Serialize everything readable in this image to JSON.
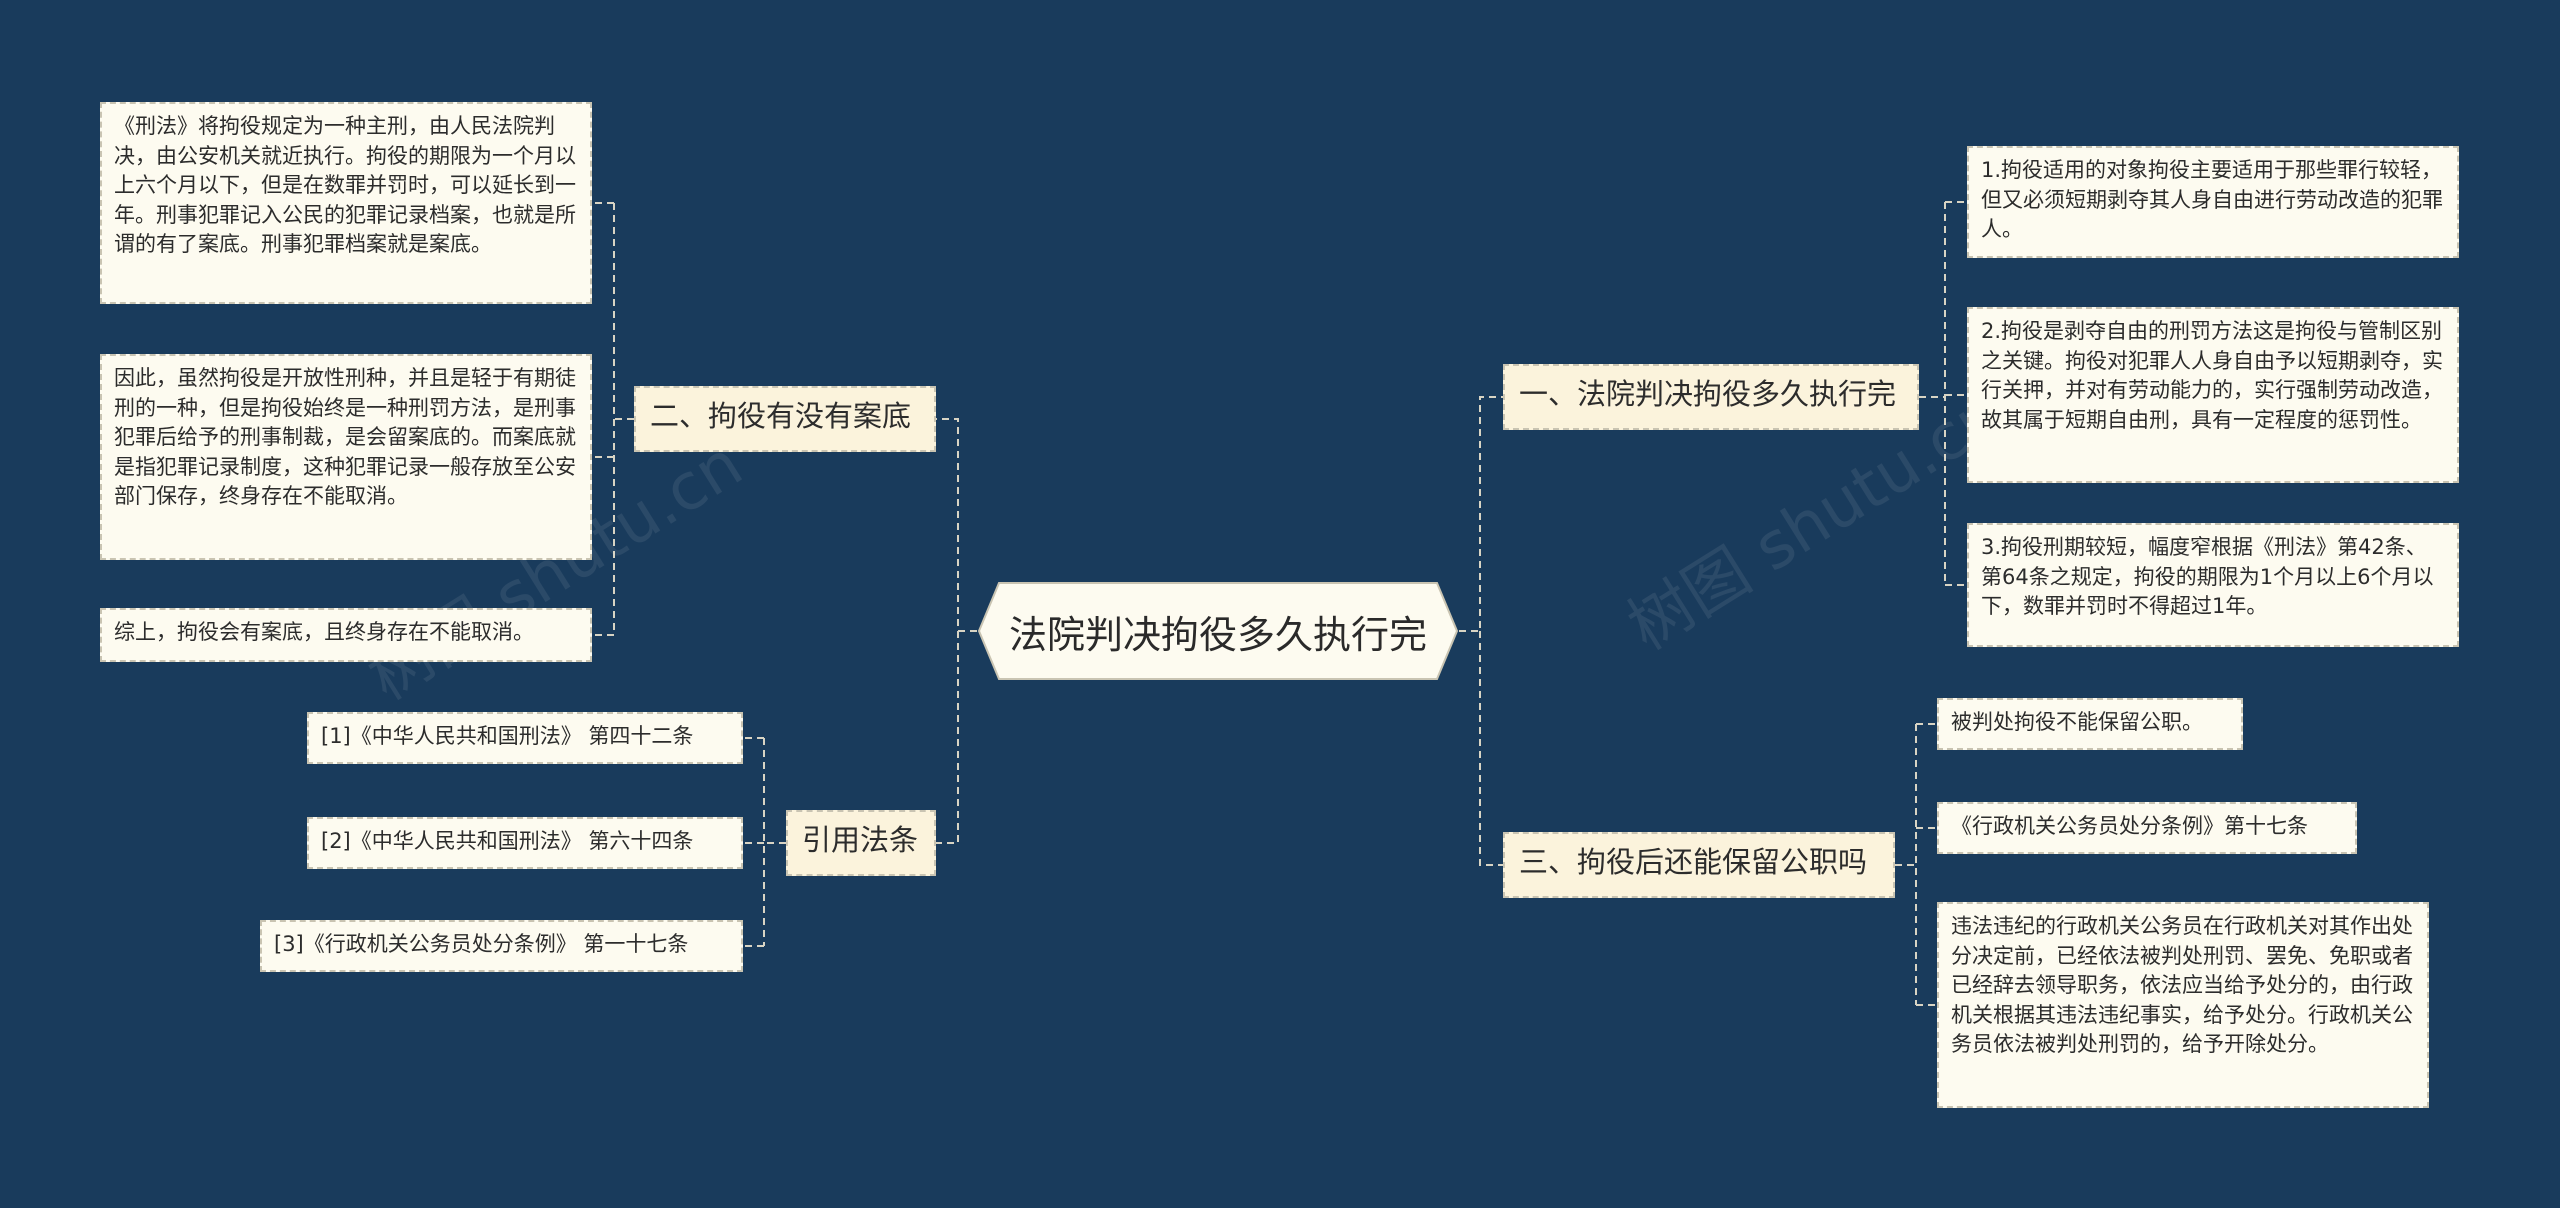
{
  "center": {
    "label": "法院判决拘役多久执行完"
  },
  "branches": {
    "left_top": {
      "label": "二、拘役有没有案底",
      "items": [
        "《刑法》将拘役规定为一种主刑，由人民法院判决，由公安机关就近执行。拘役的期限为一个月以上六个月以下，但是在数罪并罚时，可以延长到一年。刑事犯罪记入公民的犯罪记录档案，也就是所谓的有了案底。刑事犯罪档案就是案底。",
        "因此，虽然拘役是开放性刑种，并且是轻于有期徒刑的一种，但是拘役始终是一种刑罚方法，是刑事犯罪后给予的刑事制裁，是会留案底的。而案底就是指犯罪记录制度，这种犯罪记录一般存放至公安部门保存，终身存在不能取消。",
        "综上，拘役会有案底，且终身存在不能取消。"
      ]
    },
    "left_bottom": {
      "label": "引用法条",
      "items": [
        "[1]《中华人民共和国刑法》 第四十二条",
        "[2]《中华人民共和国刑法》 第六十四条",
        "[3]《行政机关公务员处分条例》 第一十七条"
      ]
    },
    "right_top": {
      "label": "一、法院判决拘役多久执行完",
      "items": [
        "1.拘役适用的对象拘役主要适用于那些罪行较轻，但又必须短期剥夺其人身自由进行劳动改造的犯罪人。",
        "2.拘役是剥夺自由的刑罚方法这是拘役与管制区别之关键。拘役对犯罪人人身自由予以短期剥夺，实行关押，并对有劳动能力的，实行强制劳动改造，故其属于短期自由刑，具有一定程度的惩罚性。",
        "3.拘役刑期较短，幅度窄根据《刑法》第42条、第64条之规定，拘役的期限为1个月以上6个月以下，数罪并罚时不得超过1年。"
      ]
    },
    "right_bottom": {
      "label": "三、拘役后还能保留公职吗",
      "items": [
        "被判处拘役不能保留公职。",
        "《行政机关公务员处分条例》第十七条",
        "违法违纪的行政机关公务员在行政机关对其作出处分决定前，已经依法被判处刑罚、罢免、免职或者已经辞去领导职务，依法应当给予处分的，由行政机关根据其违法违纪事实，给予处分。行政机关公务员依法被判处刑罚的，给予开除处分。"
      ]
    }
  },
  "colors": {
    "background": "#193b5c",
    "node_fill": "#fdfbf0",
    "branch_fill": "#fbf3dc",
    "connector": "#d8d4c4"
  },
  "watermark": "树图 shutu.cn"
}
